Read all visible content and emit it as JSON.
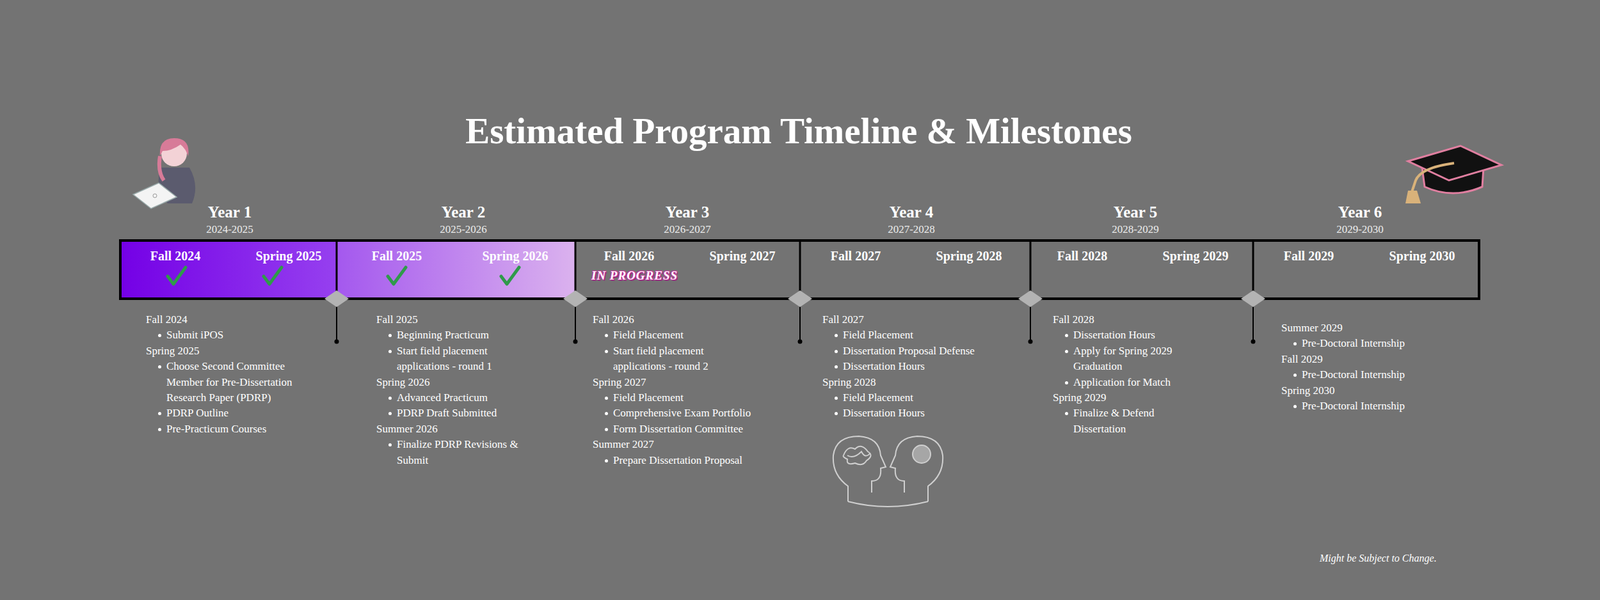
{
  "diagram": {
    "title": "Estimated Program Timeline & Milestones",
    "caption": "Might be Subject to Change.",
    "nodes": [
      {
        "text": [
          "Year 1",
          "2024-2025"
        ]
      },
      {
        "text": [
          "Fall 2024"
        ],
        "in": 0
      },
      {
        "text": [
          "Spring 2025"
        ],
        "in": 0
      },
      {
        "text": [
          "Year 2",
          "2025-2026"
        ]
      },
      {
        "text": [
          "Fall 2025"
        ],
        "in": 3
      },
      {
        "text": [
          "Spring 2026"
        ],
        "in": 3
      },
      {
        "text": [
          "Year 3",
          "2026-2027"
        ]
      },
      {
        "text": [
          "Fall 2026"
        ],
        "in": 6
      },
      {
        "text": [
          "Spring 2027"
        ],
        "in": 6
      },
      {
        "text": [
          "Year 4",
          "2027-2028"
        ]
      },
      {
        "text": [
          "Fall 2027"
        ],
        "in": 9
      },
      {
        "text": [
          "Spring 2028"
        ],
        "in": 9
      },
      {
        "text": [
          "Year 5",
          "2028-2029"
        ]
      },
      {
        "text": [
          "Fall 2028"
        ],
        "in": 12
      },
      {
        "text": [
          "Spring 2029"
        ],
        "in": 12
      },
      {
        "text": [
          "Year 6",
          "2029-2030"
        ]
      },
      {
        "text": [
          "Fall 2029"
        ],
        "in": 15
      },
      {
        "text": [
          "Spring 2030"
        ],
        "in": 15
      }
    ],
    "labels": [
      "IN PROGRESS",
      "Fall 2024",
      "Submit iPOS",
      "Spring 2025",
      "Choose Second Committee Member for Pre-Dissertation Research Paper (PDRP)",
      "PDRP Outline",
      "Pre-Practicum Courses",
      "Fall 2025",
      "Beginning Practicum",
      "Start field placement applications - round 1",
      "Spring 2026",
      "Advanced Practicum",
      "PDRP Draft Submitted",
      "Summer 2026",
      "Finalize PDRP Revisions & Submit",
      "Fall 2026",
      "Field Placement",
      "Start field placement applications - round 2",
      "Spring 2027",
      "Field Placement",
      "Comprehensive Exam Portfolio",
      "Form Dissertation Committee",
      "Summer 2027",
      "Prepare Dissertation Proposal",
      "Fall 2027",
      "Field Placement",
      "Dissertation Proposal Defense",
      "Dissertation Hours",
      "Spring 2028",
      "Field Placement",
      "Dissertation Hours",
      "Fall 2028",
      "Dissertation Hours",
      "Apply for Spring 2029 Graduation",
      "Application for Match",
      "Spring 2029",
      "Finalize & Defend Dissertation",
      "Summer 2029",
      "Pre-Doctoral Internship",
      "Fall 2029",
      "Pre-Doctoral Internship",
      "Spring 2030",
      "Pre-Doctoral Internship"
    ]
  }
}
